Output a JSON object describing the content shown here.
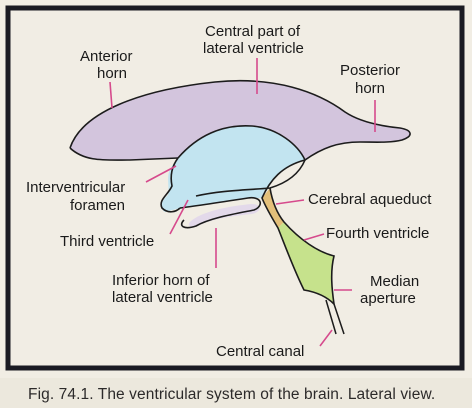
{
  "labels": {
    "anterior_horn_line1": "Anterior",
    "anterior_horn_line2": "horn",
    "central_part_line1": "Central part of",
    "central_part_line2": "lateral ventricle",
    "posterior_horn_line1": "Posterior",
    "posterior_horn_line2": "horn",
    "interventricular_line1": "Interventricular",
    "interventricular_line2": "foramen",
    "cerebral_aqueduct": "Cerebral aqueduct",
    "fourth_ventricle": "Fourth ventricle",
    "third_ventricle": "Third ventricle",
    "inferior_horn_line1": "Inferior horn of",
    "inferior_horn_line2": "lateral ventricle",
    "median_aperture_line1": "Median",
    "median_aperture_line2": "aperture",
    "central_canal": "Central canal"
  },
  "caption": "Fig. 74.1. The ventricular system of the brain. Lateral view.",
  "colors": {
    "lateral_ventricle": "#cfc0dc",
    "third_ventricle": "#bfe4f0",
    "aqueduct": "#e3c07a",
    "fourth_ventricle": "#c6e28c",
    "leader_line": "#d64a8c",
    "outline": "#1c1c1c",
    "frame": "#1a1a22"
  }
}
